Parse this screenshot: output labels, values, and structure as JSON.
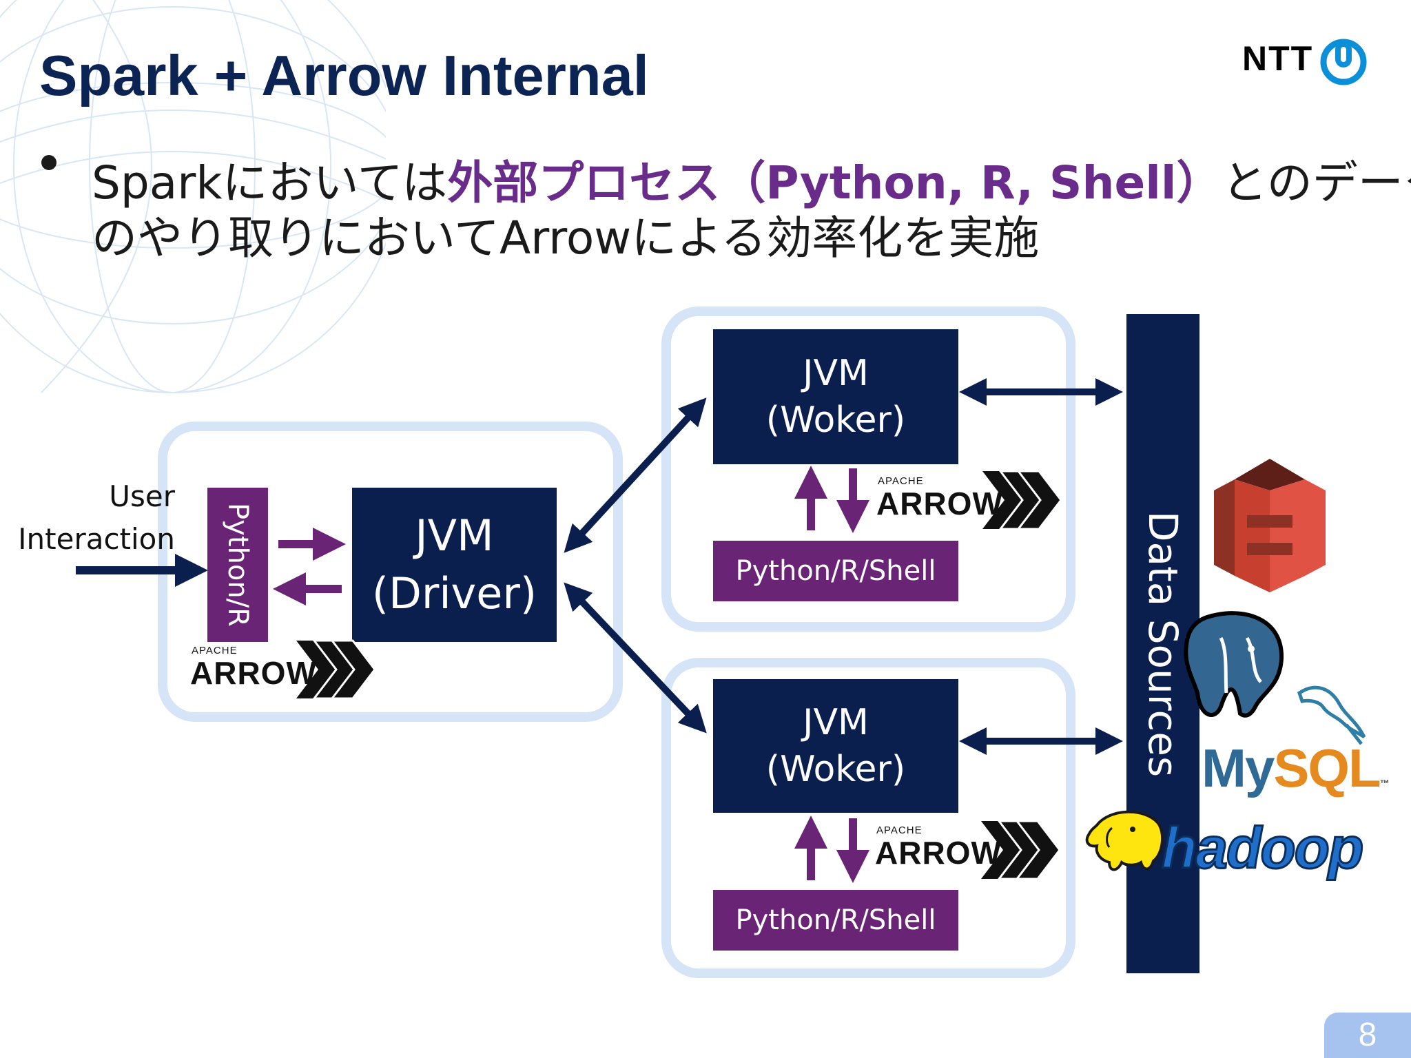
{
  "slide": {
    "title": "Spark + Arrow Internal",
    "logo_text": "NTT",
    "page_number": "8"
  },
  "bullet": {
    "line1_a": "Sparkにおいては",
    "line1_b": "外部プロセス（Python, R, Shell）",
    "line1_c": "とのデータ",
    "line2": "のやり取りにおいてArrowによる効率化を実施"
  },
  "diagram": {
    "user_label_1": "User",
    "user_label_2": "Interaction",
    "client_box": "Python/R",
    "driver_line1": "JVM",
    "driver_line2": "(Driver)",
    "worker1_line1": "JVM",
    "worker1_line2": "(Woker)",
    "worker2_line1": "JVM",
    "worker2_line2": "(Woker)",
    "process1": "Python/R/Shell",
    "process2": "Python/R/Shell",
    "data_sources": "Data Sources",
    "arrow_logo_small": "APACHE",
    "arrow_logo_big": "ARROW"
  },
  "logos": {
    "mysql_a": "My",
    "mysql_b": "SQL",
    "mysql_tm": "™",
    "hadoop": "hadoop"
  },
  "colors": {
    "navy": "#0b1f4e",
    "purple": "#6a2475",
    "group_border": "#d6e4f8",
    "title": "#0c2453"
  },
  "icons": [
    "globe-watermark",
    "ntt-logo-icon",
    "amazon-s3-icon",
    "postgresql-elephant-icon",
    "mysql-dolphin-icon",
    "hadoop-elephant-icon",
    "apache-arrow-logo"
  ]
}
